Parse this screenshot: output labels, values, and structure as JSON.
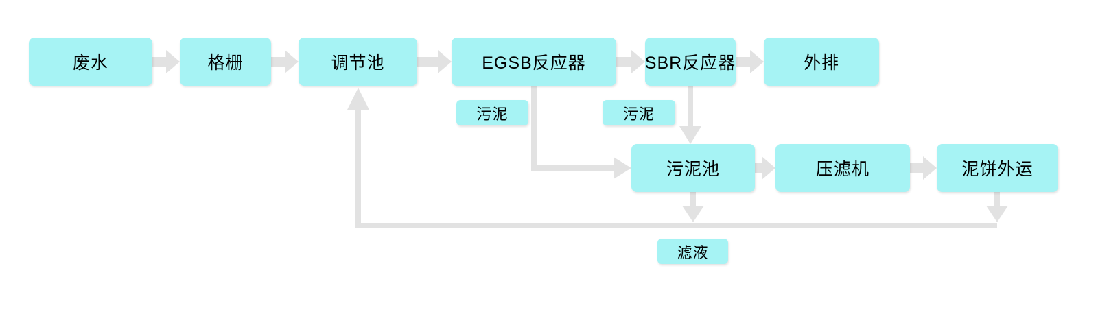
{
  "diagram": {
    "colors": {
      "background": "#ffffff",
      "node_fill": "#a6f3f4",
      "connector_color": "#e2e2e2",
      "text_color": "#000000"
    },
    "nodes": {
      "wastewater": {
        "label": "废水"
      },
      "bar_screen": {
        "label": "格栅"
      },
      "regulating_tank": {
        "label": "调节池"
      },
      "egsb_reactor": {
        "label": "EGSB反应器"
      },
      "sbr_reactor": {
        "label": "SBR反应器"
      },
      "discharge": {
        "label": "外排"
      },
      "sludge_tank": {
        "label": "污泥池"
      },
      "filter_press": {
        "label": "压滤机"
      },
      "sludge_cake_out": {
        "label": "泥饼外运"
      }
    },
    "edge_labels": {
      "egsb_sludge": {
        "label": "污泥"
      },
      "sbr_sludge": {
        "label": "污泥"
      },
      "filtrate": {
        "label": "滤液"
      }
    },
    "edges": [
      {
        "from": "wastewater",
        "to": "bar_screen"
      },
      {
        "from": "bar_screen",
        "to": "regulating_tank"
      },
      {
        "from": "regulating_tank",
        "to": "egsb_reactor"
      },
      {
        "from": "egsb_reactor",
        "to": "sbr_reactor"
      },
      {
        "from": "sbr_reactor",
        "to": "discharge"
      },
      {
        "from": "egsb_reactor",
        "to": "sludge_tank",
        "label": "污泥"
      },
      {
        "from": "sbr_reactor",
        "to": "sludge_tank",
        "label": "污泥"
      },
      {
        "from": "sludge_tank",
        "to": "filter_press"
      },
      {
        "from": "filter_press",
        "to": "sludge_cake_out"
      },
      {
        "from": "sludge_tank",
        "to": "regulating_tank",
        "label": "滤液"
      },
      {
        "from": "sludge_cake_out",
        "to": "regulating_tank",
        "label": "滤液"
      }
    ]
  }
}
